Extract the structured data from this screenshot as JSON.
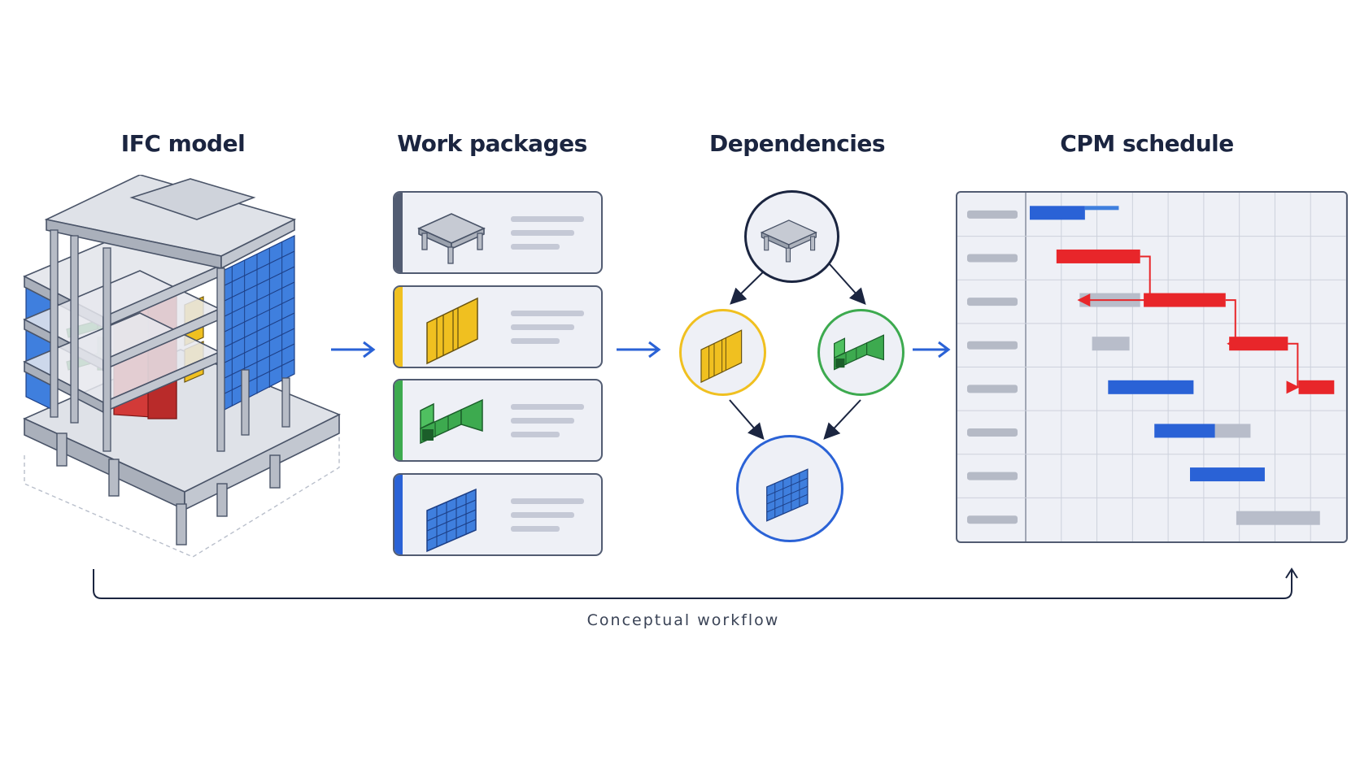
{
  "stages": {
    "ifc_model": "IFC model",
    "work_packages": "Work packages",
    "dependencies": "Dependencies",
    "cpm_schedule": "CPM schedule"
  },
  "caption": "Conceptual workflow",
  "colors": {
    "ink": "#1b2540",
    "structure_gray": "#9aa1ad",
    "architecture_yellow": "#f0c020",
    "mep_green": "#3daa4f",
    "facade_blue": "#3f7fde",
    "critical_red": "#e8262a",
    "arrow_blue": "#2a62d6",
    "panel_bg": "#eef0f6"
  },
  "work_package_cards": [
    {
      "accent": "#525c72",
      "icon": "slab-icon"
    },
    {
      "accent": "#f0c020",
      "icon": "wall-panel-icon"
    },
    {
      "accent": "#3daa4f",
      "icon": "duct-icon"
    },
    {
      "accent": "#2a62d6",
      "icon": "curtain-wall-icon"
    }
  ],
  "dependency_nodes": [
    {
      "id": "slab",
      "icon": "slab-icon",
      "ring": "#1b2540"
    },
    {
      "id": "walls",
      "icon": "wall-panel-icon",
      "ring": "#f0c020"
    },
    {
      "id": "ducts",
      "icon": "duct-icon",
      "ring": "#3daa4f"
    },
    {
      "id": "facade",
      "icon": "curtain-wall-icon",
      "ring": "#2a62d6"
    }
  ],
  "dependency_edges": [
    [
      "slab",
      "walls"
    ],
    [
      "slab",
      "ducts"
    ],
    [
      "walls",
      "facade"
    ],
    [
      "ducts",
      "facade"
    ]
  ],
  "gantt": {
    "rows": 8,
    "time_columns": 9,
    "bars": [
      {
        "row": 0,
        "start": 0.0,
        "end": 1.55,
        "kind": "normal",
        "ext_to": 2.5
      },
      {
        "row": 1,
        "start": 0.75,
        "end": 3.1,
        "kind": "critical"
      },
      {
        "row": 2,
        "start": 1.4,
        "end": 3.1,
        "kind": "float"
      },
      {
        "row": 2,
        "start": 3.2,
        "end": 5.5,
        "kind": "critical"
      },
      {
        "row": 3,
        "start": 1.75,
        "end": 2.8,
        "kind": "float"
      },
      {
        "row": 3,
        "start": 5.6,
        "end": 7.25,
        "kind": "critical"
      },
      {
        "row": 4,
        "start": 2.2,
        "end": 4.6,
        "kind": "normal"
      },
      {
        "row": 4,
        "start": 7.55,
        "end": 8.55,
        "kind": "critical"
      },
      {
        "row": 5,
        "start": 3.5,
        "end": 5.2,
        "kind": "normal",
        "ext_to": 6.2
      },
      {
        "row": 6,
        "start": 4.5,
        "end": 6.6,
        "kind": "normal"
      },
      {
        "row": 7,
        "start": 5.8,
        "end": 8.15,
        "kind": "float"
      }
    ],
    "critical_links": [
      [
        1,
        2
      ],
      [
        3,
        5
      ],
      [
        5,
        7
      ]
    ]
  }
}
